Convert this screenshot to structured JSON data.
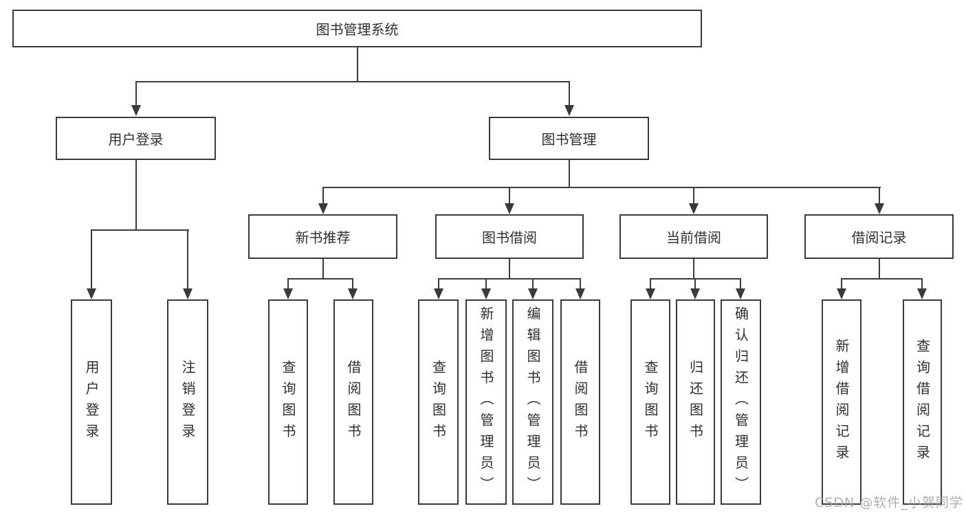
{
  "diagram": {
    "root": {
      "label": "图书管理系统"
    },
    "branches": [
      {
        "label": "用户登录",
        "children": [
          {
            "label": "用户登录"
          },
          {
            "label": "注销登录"
          }
        ]
      },
      {
        "label": "图书管理",
        "children": [
          {
            "label": "新书推荐",
            "children": [
              {
                "label": "查询图书"
              },
              {
                "label": "借阅图书"
              }
            ]
          },
          {
            "label": "图书借阅",
            "children": [
              {
                "label": "查询图书"
              },
              {
                "label": "新增图书（管理员）"
              },
              {
                "label": "编辑图书（管理员）"
              },
              {
                "label": "借阅图书"
              }
            ]
          },
          {
            "label": "当前借阅",
            "children": [
              {
                "label": "查询图书"
              },
              {
                "label": "归还图书"
              },
              {
                "label": "确认归还（管理员）"
              }
            ]
          },
          {
            "label": "借阅记录",
            "children": [
              {
                "label": "新增借阅记录"
              },
              {
                "label": "查询借阅记录"
              }
            ]
          }
        ]
      }
    ],
    "watermark": "CSDN @软件_小贺同学",
    "colors": {
      "line": "#3a3a3a",
      "text": "#2f2f2f",
      "watermark": "#a6a6a6",
      "background": "#ffffff"
    }
  }
}
